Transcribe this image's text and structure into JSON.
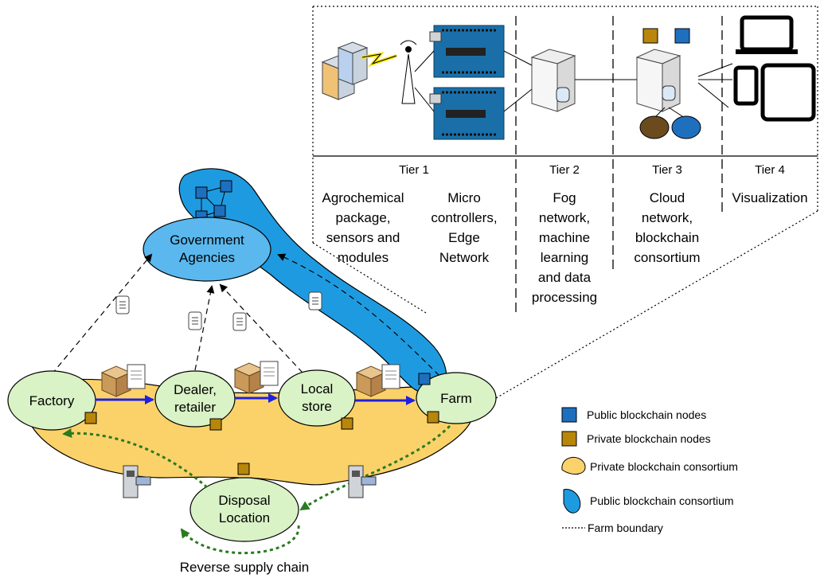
{
  "tiers": {
    "tier1": {
      "title": "Tier 1",
      "col_a": [
        "Agrochemical",
        "package,",
        "sensors and",
        "modules"
      ],
      "col_b": [
        "Micro",
        "controllers,",
        "Edge",
        "Network"
      ]
    },
    "tier2": {
      "title": "Tier 2",
      "lines": [
        "Fog",
        "network,",
        "machine",
        "learning",
        "and data",
        "processing"
      ]
    },
    "tier3": {
      "title": "Tier 3",
      "lines": [
        "Cloud",
        "network,",
        "blockchain",
        "consortium"
      ]
    },
    "tier4": {
      "title": "Tier 4",
      "lines": [
        "Visualization"
      ]
    }
  },
  "nodes": {
    "government": [
      "Government",
      "Agencies"
    ],
    "factory": [
      "Factory"
    ],
    "dealer": [
      "Dealer,",
      "retailer"
    ],
    "local_store": [
      "Local",
      "store"
    ],
    "farm": [
      "Farm"
    ],
    "disposal": [
      "Disposal",
      "Location"
    ]
  },
  "caption": "Reverse supply chain",
  "legend": {
    "public_nodes": "Public blockchain nodes",
    "private_nodes": "Private blockchain nodes",
    "private_consortium": "Private blockchain consortium",
    "public_consortium": "Public blockchain consortium",
    "farm_boundary": "Farm boundary"
  },
  "colors": {
    "public_node": "#1f6fbf",
    "private_node": "#b8860b",
    "private_consortium_fill": "#fbd26a",
    "public_consortium_fill": "#1e9be0",
    "entity_fill": "#d9f2c6",
    "government_fill": "#5ab8ee",
    "flow_arrow": "#1f1fe0",
    "reverse_arrow": "#2a7a1f"
  }
}
